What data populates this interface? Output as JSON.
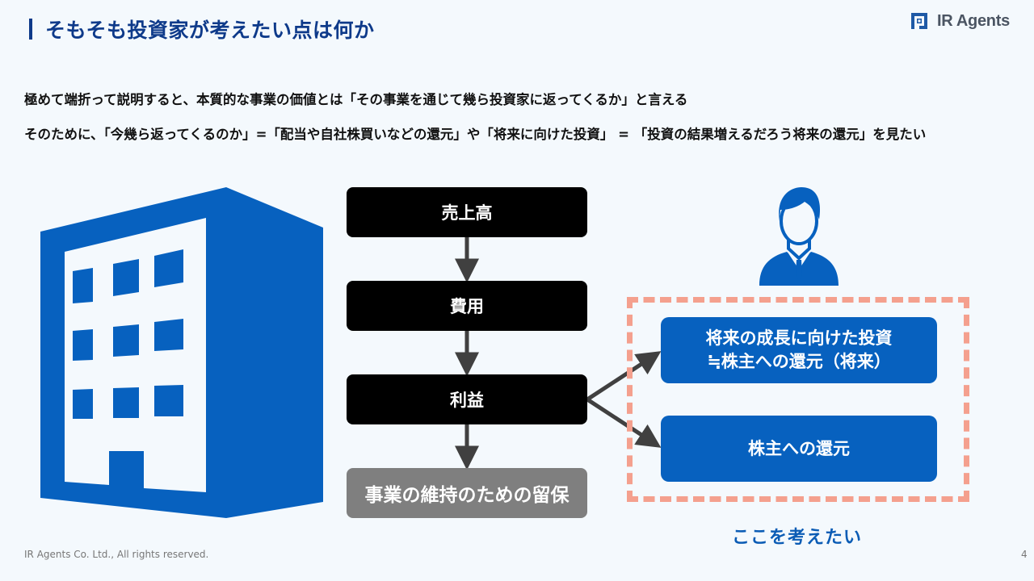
{
  "header": {
    "title": "そもそも投資家が考えたい点は何か",
    "logo_text": "IR Agents",
    "logo_icon": "ir-agents-logo-icon"
  },
  "body": {
    "line1": "極めて端折って説明すると、本質的な事業の価値とは「その事業を通じて幾ら投資家に返ってくるか」と言える",
    "line2": "そのために、「今幾ら返ってくるのか」=「配当や自社株買いなどの還元」や「将来に向けた投資」 = 「投資の結果増えるだろう将来の還元」を見たい"
  },
  "diagram": {
    "company_icon": "building-icon",
    "investor_icon": "investor-person-icon",
    "flow": [
      {
        "label": "売上高"
      },
      {
        "label": "費用"
      },
      {
        "label": "利益"
      },
      {
        "label": "事業の維持のための留保"
      }
    ],
    "returns": [
      {
        "line1": "将来の成長に向けた投資",
        "line2": "≒株主への還元（将来）"
      },
      {
        "line1": "株主への還元",
        "line2": ""
      }
    ],
    "highlight_caption": "ここを考えたい",
    "colors": {
      "brand_blue": "#0761bf",
      "title_navy": "#0e3a8a",
      "dash_salmon": "#f4a08e",
      "flow_black": "#000000",
      "flow_gray": "#7f7f7f",
      "arrow_gray": "#404040"
    }
  },
  "footer": {
    "copyright": "IR Agents Co. Ltd., All rights reserved.",
    "page_number": "4"
  }
}
